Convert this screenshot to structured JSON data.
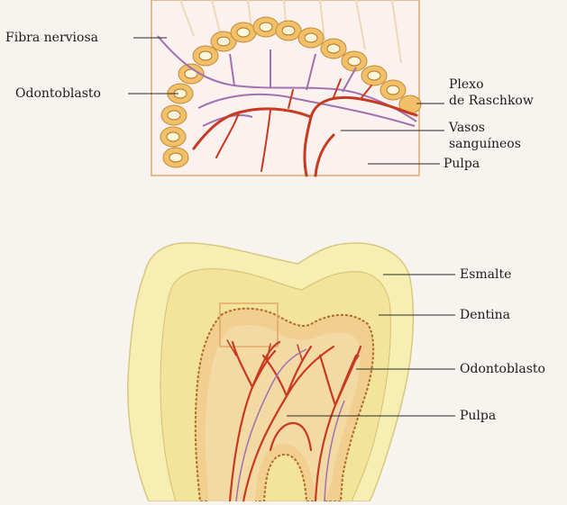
{
  "top_panel": {
    "labels": {
      "nerve_fiber": "Fibra nerviosa",
      "odontoblast": "Odontoblasto",
      "plexus_line1": "Plexo",
      "plexus_line2": "de Raschkow",
      "vessels_line1": "Vasos",
      "vessels_line2": "sanguíneos",
      "pulp": "Pulpa"
    }
  },
  "bottom_panel": {
    "labels": {
      "enamel": "Esmalte",
      "dentin": "Dentina",
      "odontoblast": "Odontoblasto",
      "pulp": "Pulpa"
    }
  },
  "colors": {
    "background": "#f7f3ee",
    "odontoblast_fill": "#f3c06a",
    "vessel_red": "#c83a20",
    "nerve_purple": "#a070b0",
    "enamel": "#f6eeb2",
    "dentin": "#f2e49a",
    "pulp": "#f1cf8e",
    "panel_border": "#e0a868"
  }
}
